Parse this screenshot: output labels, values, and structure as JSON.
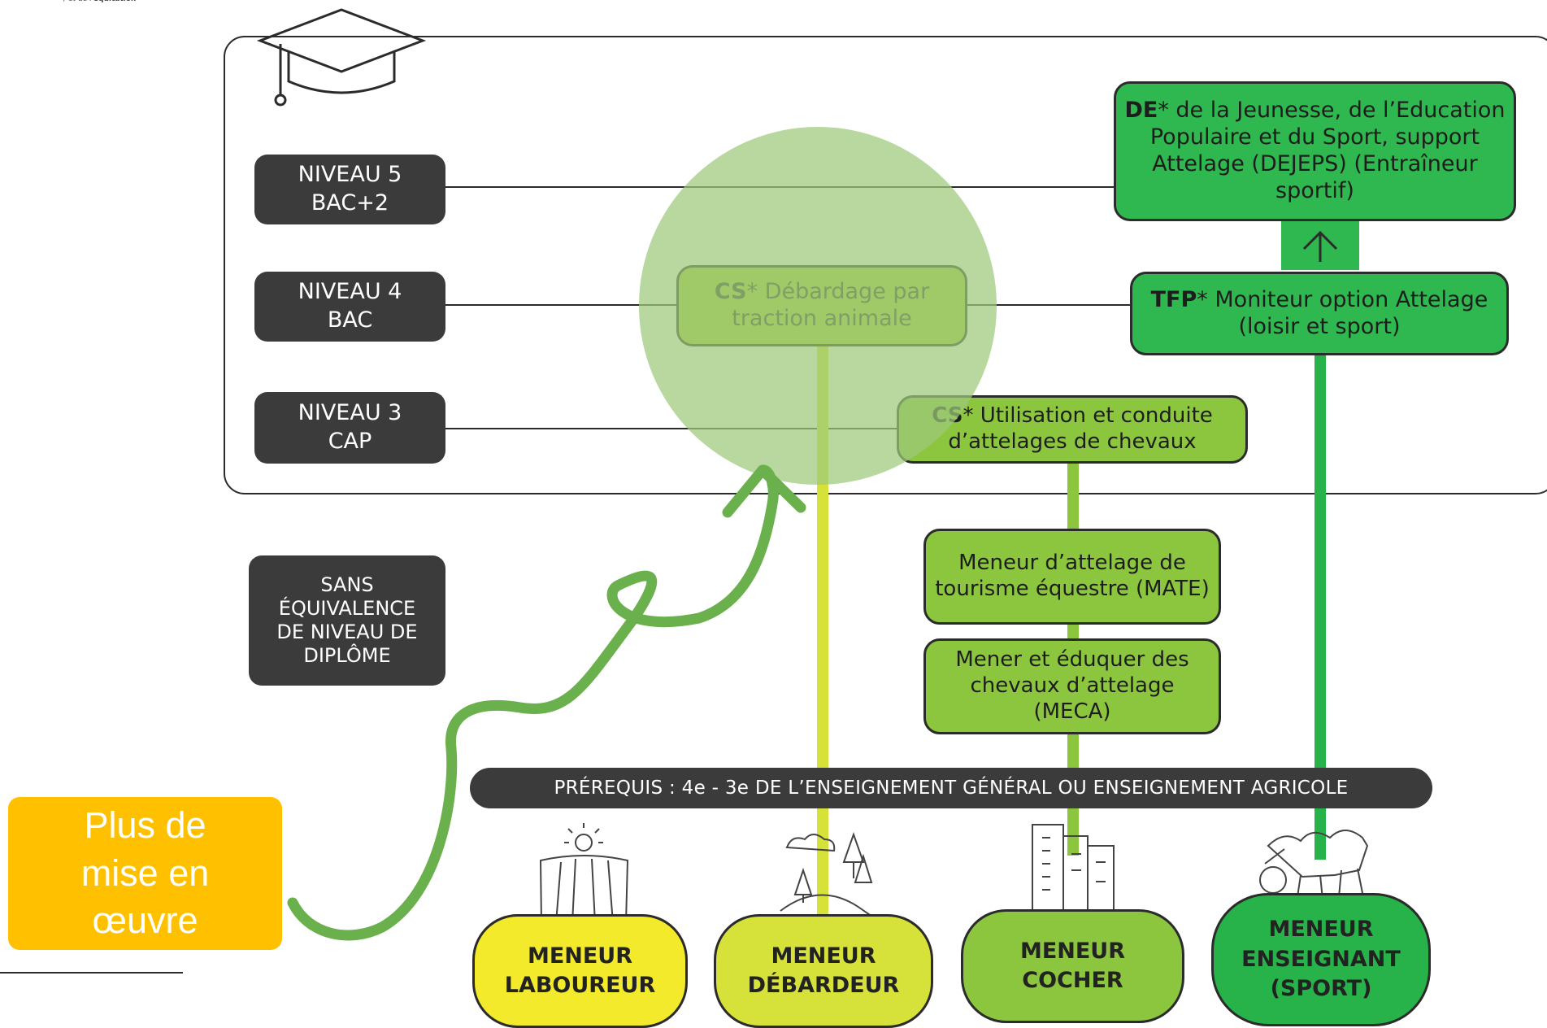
{
  "levels": [
    {
      "label": "NIVEAU 5\nBAC+2"
    },
    {
      "label": "NIVEAU 4\nBAC"
    },
    {
      "label": "NIVEAU 3\nCAP"
    },
    {
      "label": "SANS\nÉQUIVALENCE\nDE NIVEAU DE\nDIPLÔME"
    }
  ],
  "diplomas": {
    "dejeps": {
      "abbr": "DE",
      "text": "* de la Jeunesse, de l’Education Populaire et du Sport, support Attelage (DEJEPS) (Entraîneur sportif)"
    },
    "tfp": {
      "abbr": "TFP",
      "text": "* Moniteur option Attelage (loisir et sport)"
    },
    "cs_debardage": {
      "abbr": "CS",
      "text": "* Débardage par traction animale"
    },
    "cs_utilisation": {
      "abbr": "CS",
      "text": "* Utilisation et conduite d’attelages de chevaux"
    },
    "mate": {
      "text": "Meneur d’attelage de tourisme équestre (MATE)"
    },
    "meca": {
      "text": "Mener et éduquer des chevaux d’attelage (MECA)"
    }
  },
  "prerequis": "PRÉREQUIS : 4e - 3e DE L’ENSEIGNEMENT GÉNÉRAL OU ENSEIGNEMENT AGRICOLE",
  "profiles": [
    {
      "label": "MENEUR\nLABOUREUR",
      "color": "#f3ea2b"
    },
    {
      "label": "MENEUR\nDÉBARDEUR",
      "color": "#d6e13a"
    },
    {
      "label": "MENEUR\nCOCHER",
      "color": "#8cc63f"
    },
    {
      "label": "MENEUR\nENSEIGNANT\n(SPORT)",
      "color": "#27b24a"
    }
  ],
  "note": {
    "text": "Plus de\nmise en\nœuvre",
    "color": "#ffc000"
  },
  "colors": {
    "dark": "#3b3b3b",
    "dejeps_green": "#2fb84f",
    "cs_debardage_green": "#a8c93a",
    "cs_utilisation_green": "#8cc63f",
    "highlight_circle": "#9cc97a",
    "arrow_green": "#6ab04c"
  }
}
